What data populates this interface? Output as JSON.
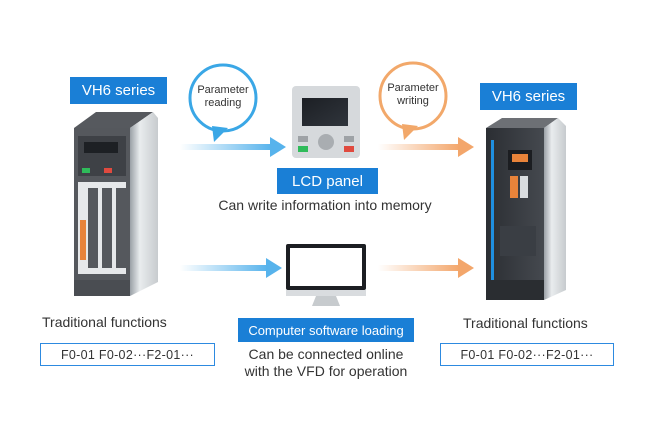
{
  "left_device": {
    "series_label": "VH6 series",
    "caption": "Traditional functions",
    "params": "F0-01 F0-02···F2-01···"
  },
  "right_device": {
    "series_label": "VH6 series",
    "caption": "Traditional functions",
    "params": "F0-01 F0-02···F2-01···"
  },
  "bubbles": {
    "reading": "Parameter\nreading",
    "writing": "Parameter\nwriting"
  },
  "lcd_panel": {
    "label": "LCD panel",
    "description": "Can write information into memory"
  },
  "computer": {
    "label": "Computer software loading",
    "description_line1": "Can be connected online",
    "description_line2": "with the VFD for operation"
  },
  "colors": {
    "accent_blue": "#1a7fd6",
    "bubble_blue": "#3aa7e6",
    "bubble_orange": "#f2a86a",
    "arrow_blue": "#57b3ec",
    "arrow_orange": "#f3a66b"
  }
}
